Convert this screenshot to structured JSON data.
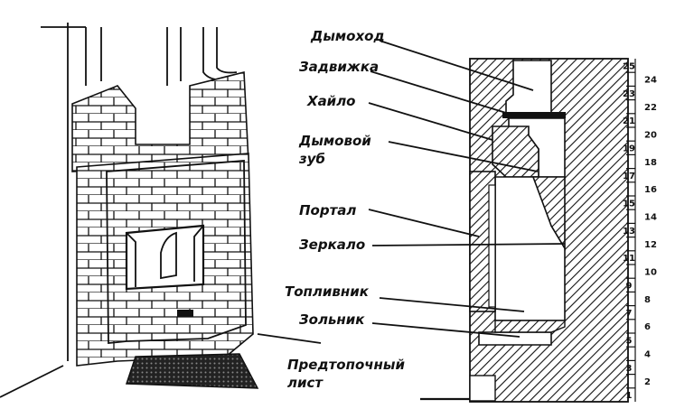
{
  "labels": {
    "flue": "Дымоход",
    "damper": "Задвижка",
    "throat": "Хайло",
    "smoke_tooth_1": "Дымовой",
    "smoke_tooth_2": "зуб",
    "portal": "Портал",
    "mirror": "Зеркало",
    "firebox": "Топливник",
    "ashpit": "Зольник",
    "hearth_1": "Предтопочный",
    "hearth_2": "лист"
  },
  "row_numbers_left": [
    "25",
    "23",
    "21",
    "19",
    "17",
    "15",
    "13",
    "11",
    "9",
    "7",
    "5",
    "3",
    "1"
  ],
  "row_numbers_right": [
    "24",
    "22",
    "20",
    "18",
    "16",
    "14",
    "12",
    "10",
    "8",
    "6",
    "4",
    "2"
  ],
  "colors": {
    "ink": "#111111",
    "background": "#ffffff"
  }
}
